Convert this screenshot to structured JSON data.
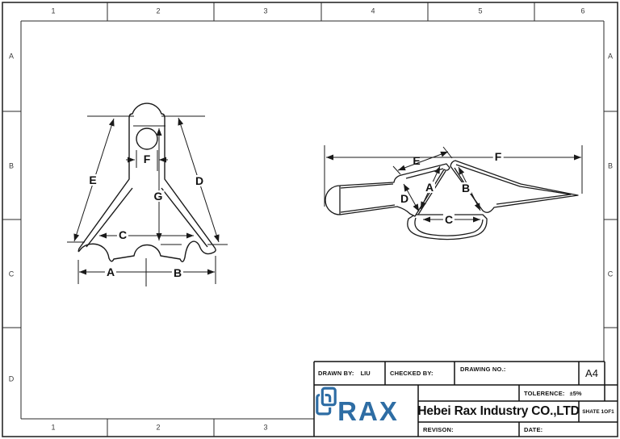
{
  "grid": {
    "top": [
      "1",
      "2",
      "3",
      "4",
      "5",
      "6"
    ],
    "bottom": [
      "1",
      "2",
      "3"
    ],
    "left": [
      "A",
      "B",
      "C",
      "D"
    ],
    "right": [
      "A",
      "B",
      "C"
    ]
  },
  "dims": {
    "front": {
      "e": "E",
      "d": "D",
      "f": "F",
      "g": "G",
      "c": "C",
      "a": "A",
      "b": "B"
    },
    "side": {
      "f": "F",
      "e": "E",
      "d": "D",
      "a": "A",
      "b": "B",
      "c": "C"
    }
  },
  "title_block": {
    "drawn_by_label": "DRAWN BY:",
    "drawn_by_value": "LIU",
    "checked_by_label": "CHECKED BY:",
    "drawing_no_label": "DRAWING NO.:",
    "sheet_size": "A4",
    "tolerance_label": "TOLERENCE:",
    "tolerance_value": "±5%",
    "company_name": "Hebei Rax Industry CO.,LTD",
    "sheet_count": "SHATE 1OF1",
    "revision_label": "REVISON:",
    "date_label": "DATE:",
    "logo_text": "RAX"
  },
  "colors": {
    "logo_blue": "#2e6da4",
    "line": "#1a1a1a"
  }
}
